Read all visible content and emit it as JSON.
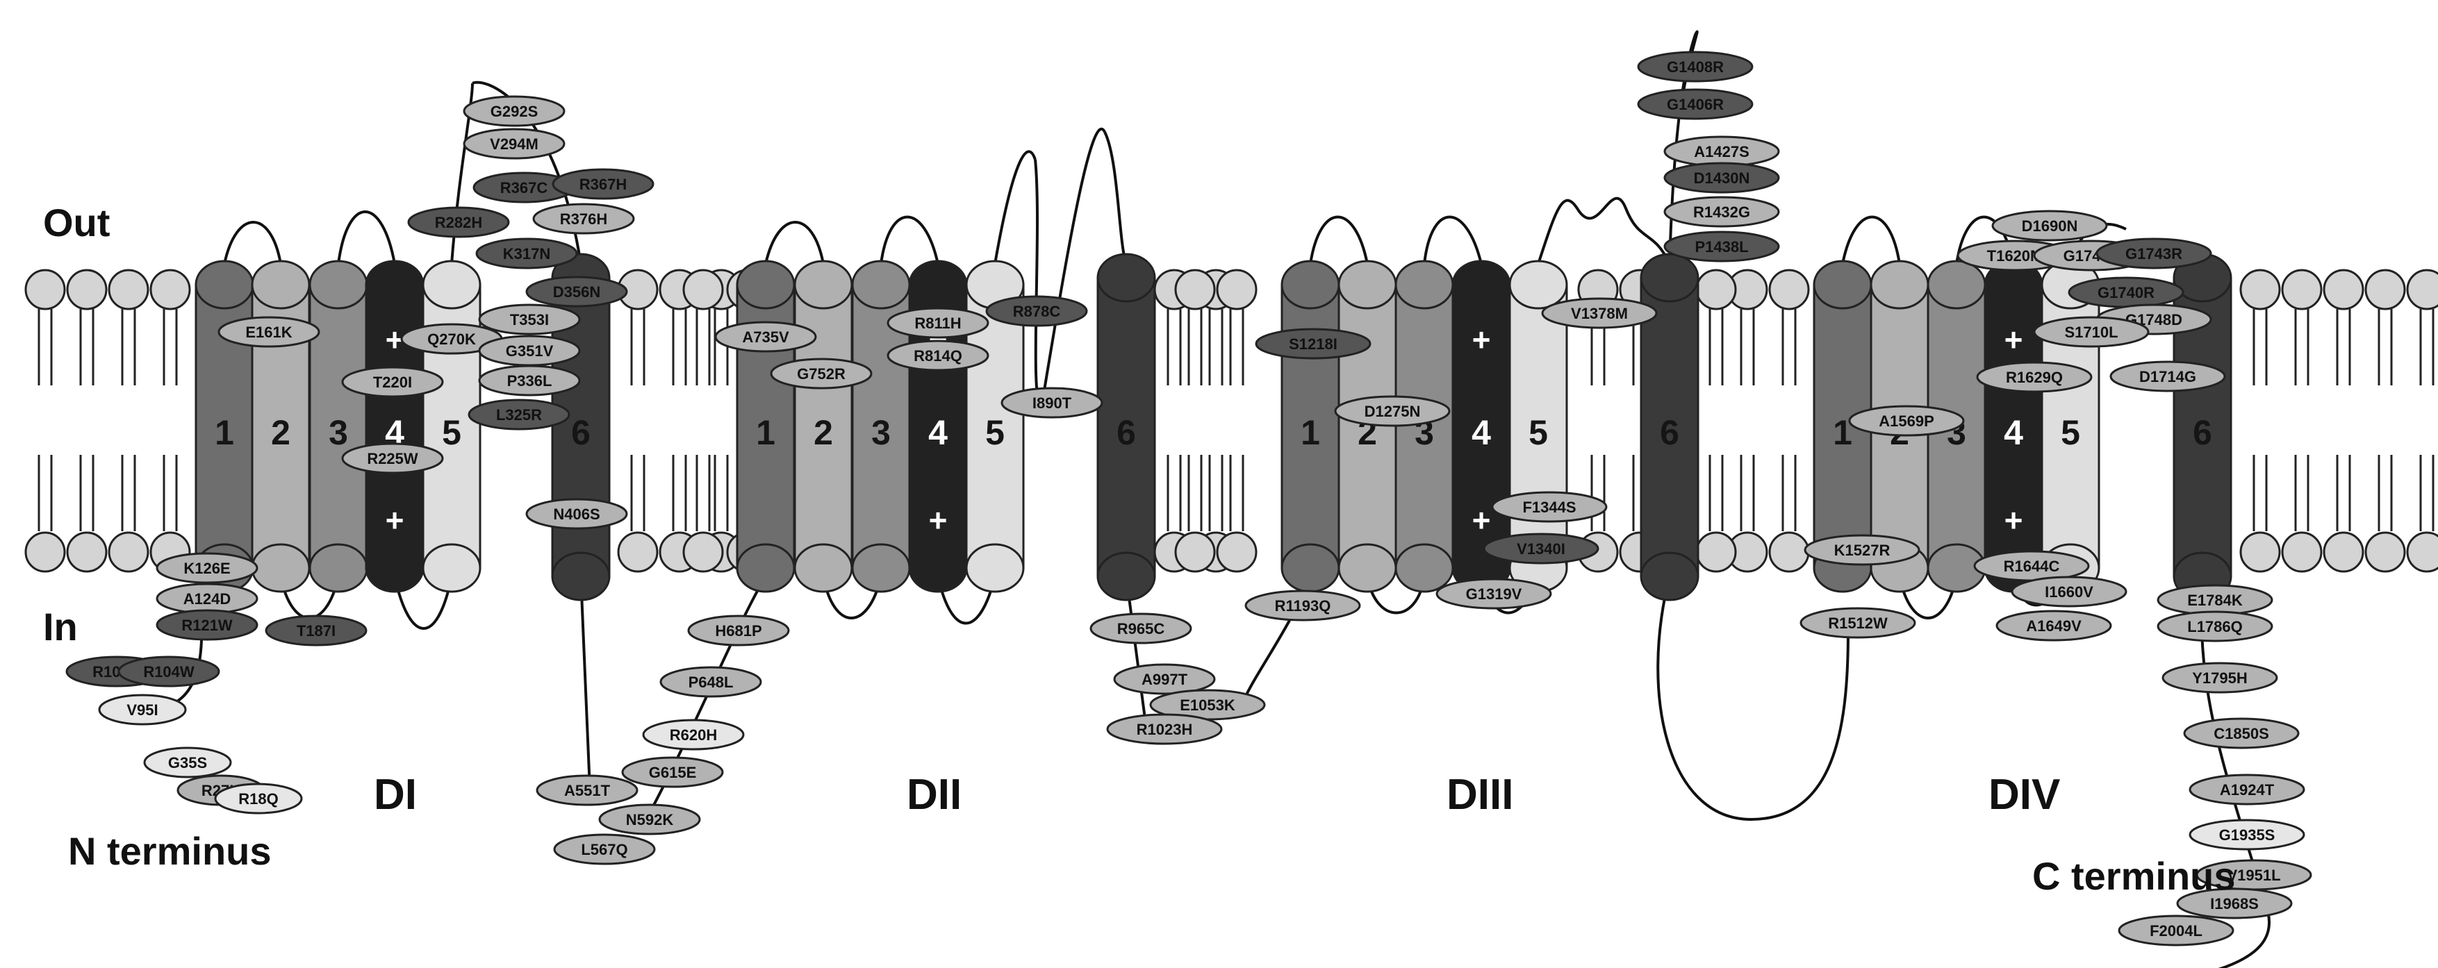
{
  "labels": {
    "out": "Out",
    "in": "In",
    "n_terminus": "N terminus",
    "c_terminus": "C terminus"
  },
  "domains": [
    {
      "name": "DI",
      "segments": [
        "1",
        "2",
        "3",
        "4",
        "5",
        "6"
      ]
    },
    {
      "name": "DII",
      "segments": [
        "1",
        "2",
        "3",
        "4",
        "5",
        "6"
      ]
    },
    {
      "name": "DIII",
      "segments": [
        "1",
        "2",
        "3",
        "4",
        "5",
        "6"
      ]
    },
    {
      "name": "DIV",
      "segments": [
        "1",
        "2",
        "3",
        "4",
        "5",
        "6"
      ]
    }
  ],
  "charge_symbol": "+",
  "shade_colors": {
    "light": "#e6e6e6",
    "mid": "#b3b3b3",
    "dark": "#555555",
    "segment_1": "#6e6e6e",
    "segment_2": "#b0b0b0",
    "segment_3": "#8c8c8c",
    "segment_4": "#222222",
    "segment_5": "#dedede",
    "segment_6": "#3a3a3a",
    "lipid_head": "#d4d4d4"
  },
  "mutations": [
    {
      "name": "G292S",
      "shade": "mid"
    },
    {
      "name": "V294M",
      "shade": "mid"
    },
    {
      "name": "R367C",
      "shade": "dark"
    },
    {
      "name": "R367H",
      "shade": "dark"
    },
    {
      "name": "R282H",
      "shade": "dark"
    },
    {
      "name": "R376H",
      "shade": "mid"
    },
    {
      "name": "K317N",
      "shade": "dark"
    },
    {
      "name": "D356N",
      "shade": "dark"
    },
    {
      "name": "E161K",
      "shade": "mid"
    },
    {
      "name": "Q270K",
      "shade": "mid"
    },
    {
      "name": "T353I",
      "shade": "mid"
    },
    {
      "name": "G351V",
      "shade": "mid"
    },
    {
      "name": "T220I",
      "shade": "mid"
    },
    {
      "name": "P336L",
      "shade": "mid"
    },
    {
      "name": "L325R",
      "shade": "dark"
    },
    {
      "name": "R225W",
      "shade": "mid"
    },
    {
      "name": "N406S",
      "shade": "mid"
    },
    {
      "name": "K126E",
      "shade": "mid"
    },
    {
      "name": "A124D",
      "shade": "mid"
    },
    {
      "name": "R121W",
      "shade": "dark"
    },
    {
      "name": "T187I",
      "shade": "dark"
    },
    {
      "name": "R104Q",
      "shade": "dark"
    },
    {
      "name": "R104W",
      "shade": "dark"
    },
    {
      "name": "V95I",
      "shade": "light"
    },
    {
      "name": "G35S",
      "shade": "light"
    },
    {
      "name": "R27H",
      "shade": "mid"
    },
    {
      "name": "R18Q",
      "shade": "light"
    },
    {
      "name": "A735V",
      "shade": "mid"
    },
    {
      "name": "G752R",
      "shade": "mid"
    },
    {
      "name": "R811H",
      "shade": "mid"
    },
    {
      "name": "R814Q",
      "shade": "mid"
    },
    {
      "name": "R878C",
      "shade": "dark"
    },
    {
      "name": "I890T",
      "shade": "mid"
    },
    {
      "name": "H681P",
      "shade": "mid"
    },
    {
      "name": "P648L",
      "shade": "mid"
    },
    {
      "name": "R620H",
      "shade": "light"
    },
    {
      "name": "G615E",
      "shade": "mid"
    },
    {
      "name": "A551T",
      "shade": "mid"
    },
    {
      "name": "N592K",
      "shade": "mid"
    },
    {
      "name": "L567Q",
      "shade": "mid"
    },
    {
      "name": "R965C",
      "shade": "mid"
    },
    {
      "name": "A997T",
      "shade": "mid"
    },
    {
      "name": "E1053K",
      "shade": "mid"
    },
    {
      "name": "R1023H",
      "shade": "mid"
    },
    {
      "name": "R1193Q",
      "shade": "mid"
    },
    {
      "name": "S1218I",
      "shade": "dark"
    },
    {
      "name": "D1275N",
      "shade": "mid"
    },
    {
      "name": "F1344S",
      "shade": "mid"
    },
    {
      "name": "V1340I",
      "shade": "dark"
    },
    {
      "name": "G1319V",
      "shade": "mid"
    },
    {
      "name": "V1378M",
      "shade": "mid"
    },
    {
      "name": "G1408R",
      "shade": "dark"
    },
    {
      "name": "G1406R",
      "shade": "dark"
    },
    {
      "name": "A1427S",
      "shade": "mid"
    },
    {
      "name": "D1430N",
      "shade": "dark"
    },
    {
      "name": "R1432G",
      "shade": "mid"
    },
    {
      "name": "P1438L",
      "shade": "dark"
    },
    {
      "name": "D1690N",
      "shade": "mid"
    },
    {
      "name": "T1620M",
      "shade": "mid"
    },
    {
      "name": "G1743E",
      "shade": "mid"
    },
    {
      "name": "G1743R",
      "shade": "dark"
    },
    {
      "name": "G1740R",
      "shade": "dark"
    },
    {
      "name": "G1748D",
      "shade": "mid"
    },
    {
      "name": "S1710L",
      "shade": "mid"
    },
    {
      "name": "D1714G",
      "shade": "mid"
    },
    {
      "name": "R1629Q",
      "shade": "mid"
    },
    {
      "name": "A1569P",
      "shade": "mid"
    },
    {
      "name": "K1527R",
      "shade": "mid"
    },
    {
      "name": "R1644C",
      "shade": "mid"
    },
    {
      "name": "I1660V",
      "shade": "mid"
    },
    {
      "name": "A1649V",
      "shade": "mid"
    },
    {
      "name": "R1512W",
      "shade": "mid"
    },
    {
      "name": "E1784K",
      "shade": "mid"
    },
    {
      "name": "L1786Q",
      "shade": "mid"
    },
    {
      "name": "Y1795H",
      "shade": "mid"
    },
    {
      "name": "C1850S",
      "shade": "mid"
    },
    {
      "name": "A1924T",
      "shade": "mid"
    },
    {
      "name": "G1935S",
      "shade": "light"
    },
    {
      "name": "V1951L",
      "shade": "mid"
    },
    {
      "name": "I1968S",
      "shade": "mid"
    },
    {
      "name": "F2004L",
      "shade": "mid"
    }
  ]
}
